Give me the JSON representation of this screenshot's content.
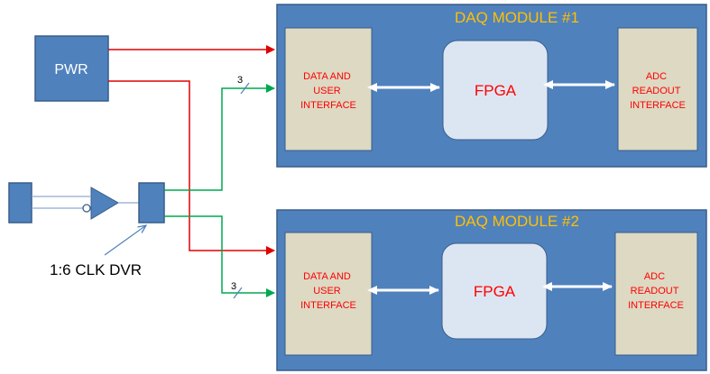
{
  "colors": {
    "module_fill": "#4f81bd",
    "module_stroke": "#385d8a",
    "interface_fill": "#ddd9c3",
    "fpga_fill": "#dce6f2",
    "power_line": "#e00000",
    "clock_line": "#00a84f",
    "module_title": "#ffc000",
    "block_text": "#ff0000",
    "bus_arrow": "#ffffff",
    "pointer": "#4f81bd"
  },
  "power": {
    "label": "PWR"
  },
  "clock_driver": {
    "label": "1:6 CLK DVR"
  },
  "modules": [
    {
      "title": "DAQ MODULE #1",
      "left_block": [
        "DATA  AND",
        "USER",
        "INTERFACE"
      ],
      "center_block": "FPGA",
      "right_block": [
        "ADC",
        "READOUT",
        "INTERFACE"
      ],
      "bus_width": "3"
    },
    {
      "title": "DAQ MODULE #2",
      "left_block": [
        "DATA  AND",
        "USER",
        "INTERFACE"
      ],
      "center_block": "FPGA",
      "right_block": [
        "ADC",
        "READOUT",
        "INTERFACE"
      ],
      "bus_width": "3"
    }
  ]
}
